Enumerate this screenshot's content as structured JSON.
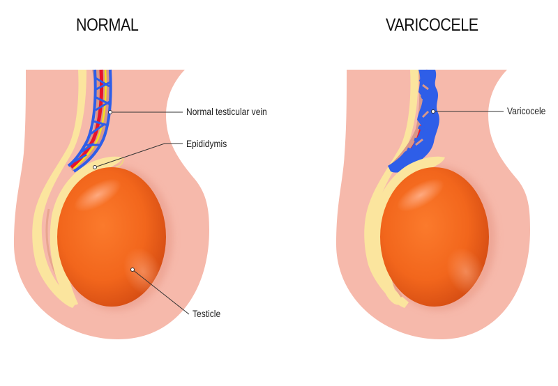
{
  "panels": [
    {
      "id": "normal",
      "title": "NORMAL",
      "labels": [
        {
          "text": "Normal testicular vein",
          "target": "testicular-vein"
        },
        {
          "text": "Epididymis",
          "target": "epididymis"
        },
        {
          "text": "Testicle",
          "target": "testicle"
        }
      ]
    },
    {
      "id": "varicocele",
      "title": "VARICOCELE",
      "labels": [
        {
          "text": "Varicocele",
          "target": "dilated-vein"
        }
      ]
    }
  ],
  "colors": {
    "scrotum": "#f6b9ab",
    "epididymis": "#fbe59e",
    "testicle": "#f0661e",
    "testicle_highlight": "#ffa37a",
    "vein": "#2e5ee8",
    "artery": "#e8132b",
    "nerve": "#f7e21b",
    "cord_tissue": "#d8978a",
    "leader_line": "#333333",
    "text": "#222222"
  }
}
